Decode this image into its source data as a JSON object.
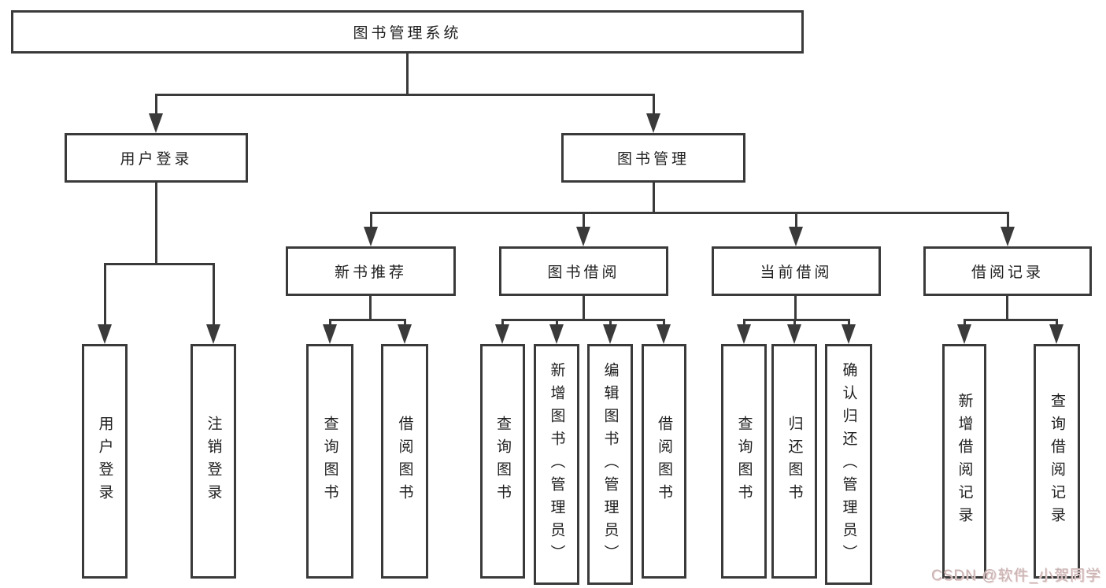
{
  "diagram": {
    "root_label": "图书管理系统",
    "level2": [
      "用户登录",
      "图书管理"
    ],
    "level3": [
      "新书推荐",
      "图书借阅",
      "当前借阅",
      "借阅记录"
    ],
    "leaves_login": [
      "用户登录",
      "注销登录"
    ],
    "leaves_recommend": [
      "查询图书",
      "借阅图书"
    ],
    "leaves_borrow": [
      "查询图书",
      "新增图书（管理员）",
      "编辑图书（管理员）",
      "借阅图书"
    ],
    "leaves_current": [
      "查询图书",
      "归还图书",
      "确认归还（管理员）"
    ],
    "leaves_records": [
      "新增借阅记录",
      "查询借阅记录"
    ]
  },
  "colors": {
    "line": "#3a3a3a",
    "text": "#1f1f1f",
    "watermark": "#c9b4b4"
  },
  "watermark": "CSDN @软件_小贺同学"
}
